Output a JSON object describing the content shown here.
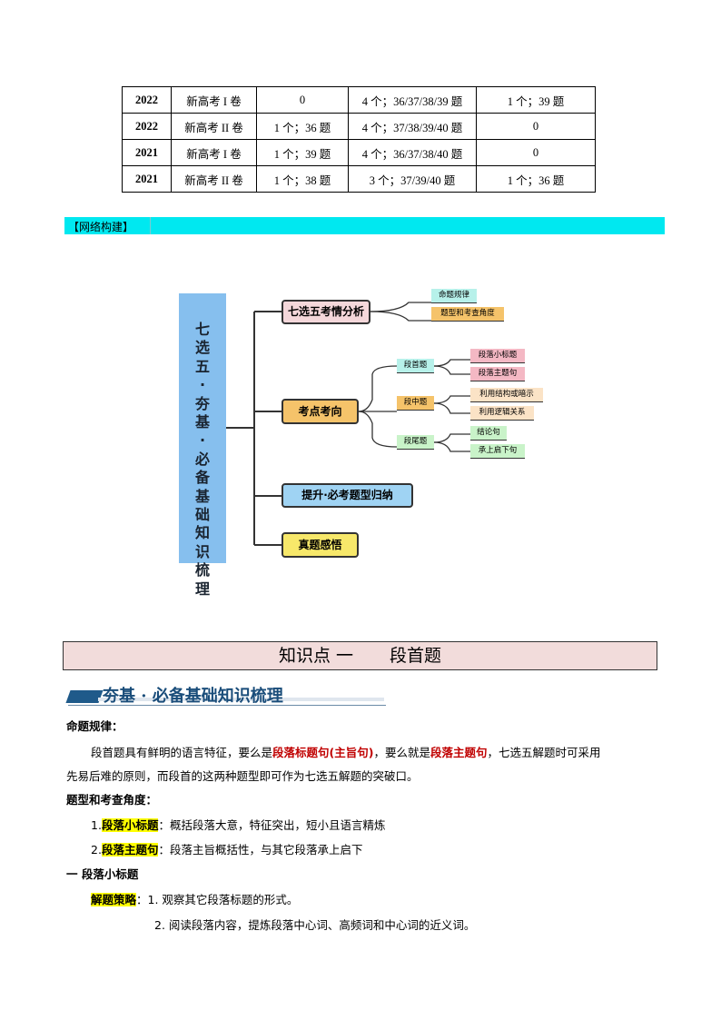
{
  "table": {
    "rows": [
      {
        "year": "2022",
        "paper": "新高考 I 卷",
        "c1": "0",
        "c2": "4 个；36/37/38/39 题",
        "c3": "1 个；39 题"
      },
      {
        "year": "2022",
        "paper": "新高考 II 卷",
        "c1": "1 个；36 题",
        "c2": "4 个；37/38/39/40 题",
        "c3": "0"
      },
      {
        "year": "2021",
        "paper": "新高考 I 卷",
        "c1": "1 个；39 题",
        "c2": "4 个；36/37/38/40 题",
        "c3": "0"
      },
      {
        "year": "2021",
        "paper": "新高考 II 卷",
        "c1": "1 个；38 题",
        "c2": "3 个；37/39/40 题",
        "c3": "1 个；36 题"
      }
    ]
  },
  "band_label": "【网络构建】",
  "mindmap": {
    "root": "七选五·夯基·必备基础知识梳理",
    "root_chars": [
      "七",
      "选",
      "五",
      "·",
      "夯",
      "基",
      "·",
      "必",
      "备",
      "基",
      "础",
      "知",
      "识",
      "梳",
      "理"
    ],
    "branch1": {
      "label": "七选五考情分析",
      "leaves": [
        "命题规律",
        "题型和考查角度"
      ]
    },
    "branch2": {
      "label": "考点考向",
      "subs": [
        {
          "label": "段首题",
          "leaves": [
            "段落小标题",
            "段落主题句"
          ]
        },
        {
          "label": "段中题",
          "leaves": [
            "利用结构或暗示",
            "利用逻辑关系"
          ]
        },
        {
          "label": "段尾题",
          "leaves": [
            "结论句",
            "承上启下句"
          ]
        }
      ]
    },
    "branch3": {
      "label": "提升·必考题型归纳"
    },
    "branch4": {
      "label": "真题感悟"
    },
    "colors": {
      "spine": "#86bfee",
      "b1": "#f4d7da",
      "b2": "#f5c36a",
      "b3": "#9fd3f3",
      "b4": "#f7e86a",
      "leaf_cyan": "#b7f1ea",
      "leaf_orange": "#f5c36a",
      "leaf_pink": "#f4b8c4",
      "leaf_peach": "#fbe3c6",
      "leaf_green": "#c9f3c9"
    }
  },
  "knowledge": {
    "title_a": "知识点 一",
    "title_b": "段首题"
  },
  "subhead": "夯基 · 必备基础知识梳理",
  "body": {
    "h_rule": "命题规律：",
    "p1_a": "段首题具有鲜明的语言特征，要么是",
    "p1_red1": "段落标题句(主旨句)",
    "p1_b": "，要么就是",
    "p1_red2": "段落主题句",
    "p1_c": "，七选五解题时可采用",
    "p1_line2": "先易后难的原则，而段首的这两种题型即可作为七选五解题的突破口。",
    "h_type": "题型和考查角度：",
    "item1_num": "1.",
    "item1_hl": "段落小标题",
    "item1_text": "：概括段落大意，特征突出，短小且语言精炼",
    "item2_num": "2.",
    "item2_hl": "段落主题句",
    "item2_text": "：段落主旨概括性，与其它段落承上启下",
    "h_one": "一  段落小标题",
    "strategy_hl": "解题策略",
    "strategy_1": "：1. 观察其它段落标题的形式。",
    "strategy_2": "2. 阅读段落内容，提炼段落中心词、高频词和中心词的近义词。"
  }
}
